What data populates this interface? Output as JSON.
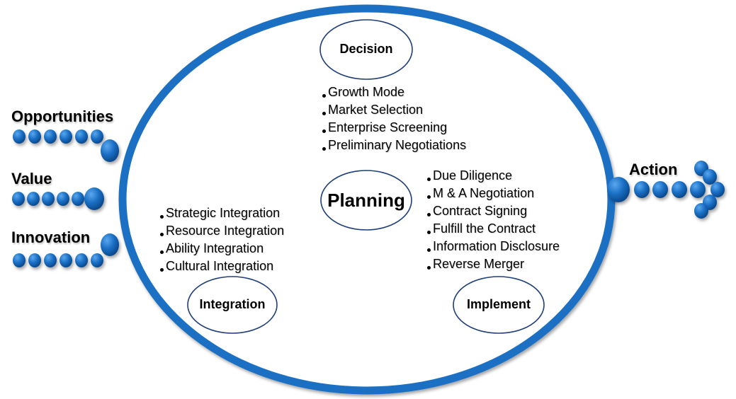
{
  "drivers": [
    "Opportunities",
    "Value",
    "Innovation"
  ],
  "output": "Action",
  "center": "Planning",
  "stages": {
    "decision": {
      "label": "Decision",
      "items": [
        "Growth Mode",
        "Market Selection",
        "Enterprise Screening",
        "Preliminary Negotiations"
      ]
    },
    "implement": {
      "label": "Implement",
      "items": [
        "Due Diligence",
        "M & A Negotiation",
        "Contract Signing",
        "Fulfill the Contract",
        "Information Disclosure",
        "Reverse Merger"
      ]
    },
    "integration": {
      "label": "Integration",
      "items": [
        "Strategic Integration",
        "Resource Integration",
        "Ability Integration",
        "Cultural Integration"
      ]
    }
  },
  "colors": {
    "accent": "#1a6fc4",
    "accent_dark": "#0d4f94",
    "node_border": "#1f3f7a"
  }
}
